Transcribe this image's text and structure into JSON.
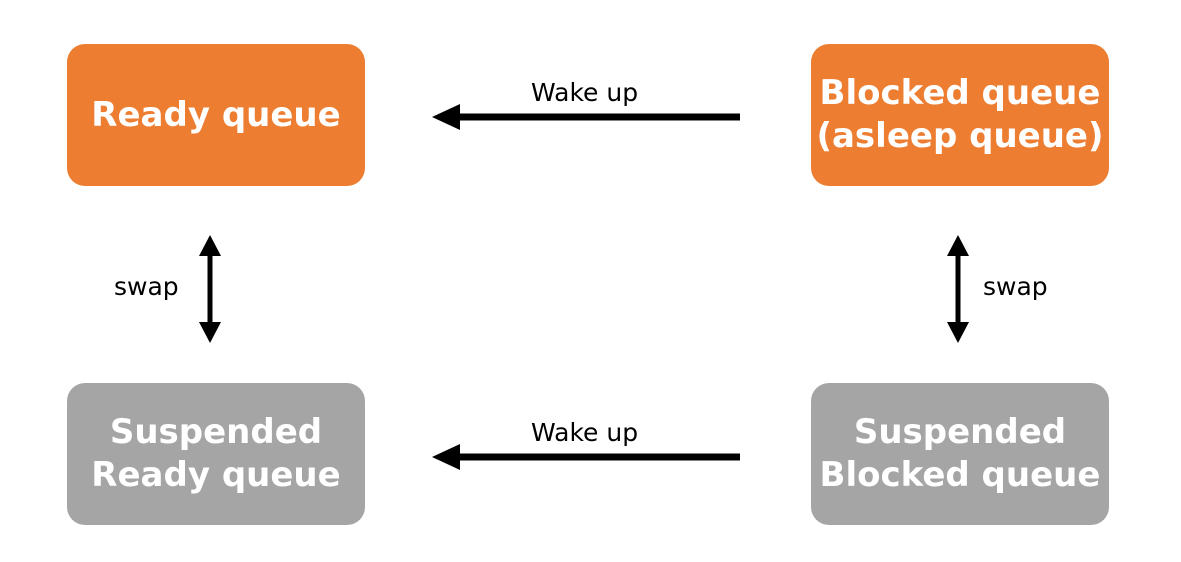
{
  "nodes": {
    "ready": {
      "lines": [
        "Ready queue"
      ],
      "color": "#ed7d31"
    },
    "blocked": {
      "lines": [
        "Blocked queue",
        "(asleep queue)"
      ],
      "color": "#ed7d31"
    },
    "suspended_ready": {
      "lines": [
        "Suspended",
        "Ready queue"
      ],
      "color": "#a5a5a5"
    },
    "suspended_blocked": {
      "lines": [
        "Suspended",
        "Blocked queue"
      ],
      "color": "#a5a5a5"
    }
  },
  "edges": {
    "wake_up_top": {
      "label": "Wake up",
      "from": "blocked",
      "to": "ready"
    },
    "wake_up_bottom": {
      "label": "Wake up",
      "from": "suspended_blocked",
      "to": "suspended_ready"
    },
    "swap_left": {
      "label": "swap",
      "between": [
        "ready",
        "suspended_ready"
      ]
    },
    "swap_right": {
      "label": "swap",
      "between": [
        "blocked",
        "suspended_blocked"
      ]
    }
  }
}
